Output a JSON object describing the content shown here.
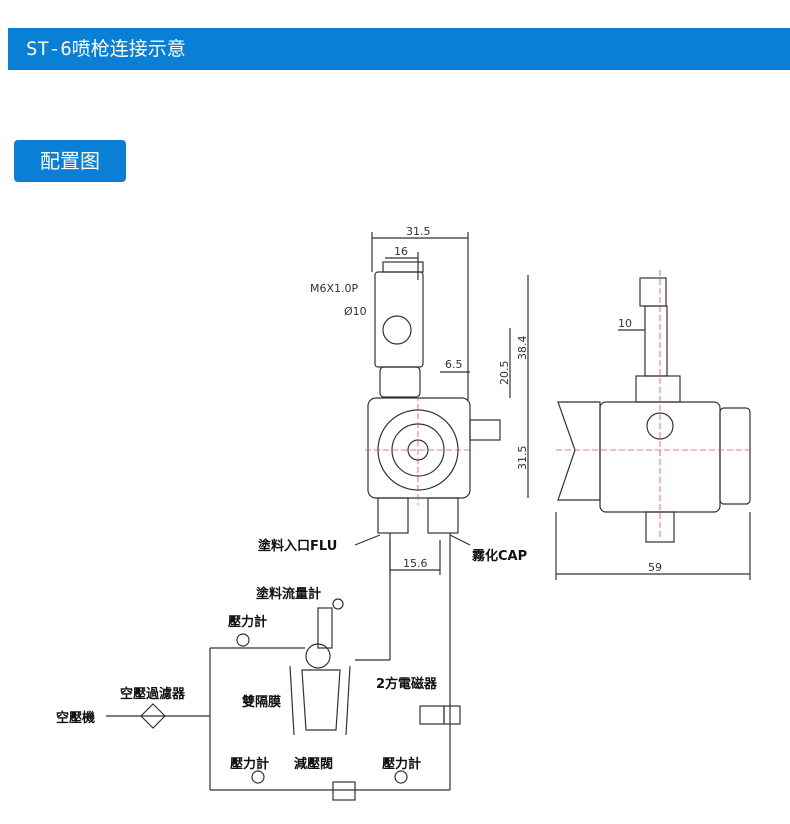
{
  "header": {
    "title": "ST-6喷枪连接示意"
  },
  "section": {
    "title": "配置图"
  },
  "dimensions": {
    "top_width": "31.5",
    "top_inner": "16",
    "thread": "M6X1.0P",
    "diameter": "Ø10",
    "offset": "6.5",
    "height_total": "38.4",
    "height_upper": "20.5",
    "height_body": "31.5",
    "port_spacing": "15.6",
    "side_width": "59",
    "side_stem": "10"
  },
  "labels": {
    "fluid_inlet": "塗料入口FLU",
    "atomize_cap": "霧化CAP",
    "flow_meter": "塗料流量計",
    "gauge_top": "壓力計",
    "valve_2way": "2方電磁器",
    "air_filter": "空壓過濾器",
    "diaphragm": "雙隔膜",
    "compressor": "空壓機",
    "gauge_left": "壓力計",
    "regulator": "減壓閥",
    "gauge_right": "壓力計"
  },
  "colors": {
    "accent": "#0a7fd6",
    "line": "#333333",
    "centerline": "#e05050"
  }
}
